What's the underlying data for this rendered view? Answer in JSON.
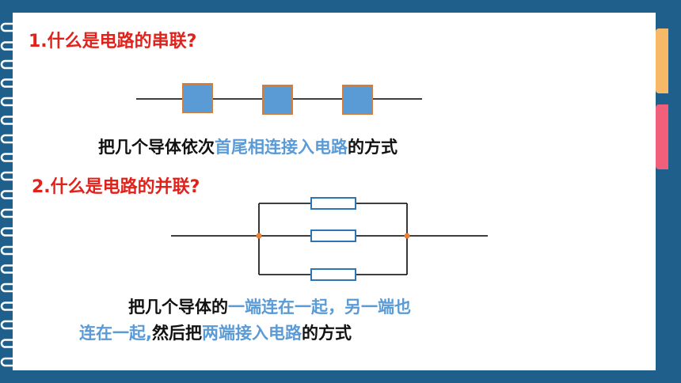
{
  "slide": {
    "q1": "1.什么是电路的串联?",
    "def1_a": "把几个导体依次",
    "def1_b": "首尾相连接入电路",
    "def1_c": "的方式",
    "q2": "2.什么是电路的并联?",
    "def2_line1_a": "把几个导体的",
    "def2_line1_b": "一端连在一起，另一端也",
    "def2_line2_a": "连在一起,",
    "def2_line2_b": "然后把",
    "def2_line2_c": "两端接入电路",
    "def2_line2_d": "的方式"
  },
  "colors": {
    "background": "#1f5f8b",
    "heading": "#e3211b",
    "highlight": "#5b9bd5",
    "resistor_fill": "#5b9bd5",
    "node_dot": "#ed7d31",
    "tab_orange": "#f7b867",
    "tab_pink": "#f0607a"
  }
}
